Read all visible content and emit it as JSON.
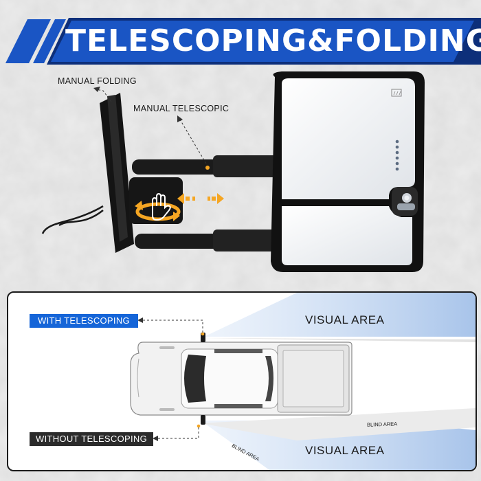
{
  "banner": {
    "title": "TELESCOPING&FOLDING",
    "colors": {
      "stripe": "#1a55c4",
      "stripe_dark": "#0d2f7a",
      "text": "#ffffff"
    }
  },
  "mirror": {
    "callouts": {
      "manual_folding": "MANUAL FOLDING",
      "manual_telescopic": "MANUAL TELESCOPIC"
    },
    "icons": [
      "hand-rotate-icon",
      "arrow-left-icon",
      "arrow-right-icon",
      "defrost-icon",
      "turn-signal-leds-icon"
    ],
    "accent_color": "#f5a623"
  },
  "diagram": {
    "with_label": "WITH TELESCOPING",
    "without_label": "WITHOUT TELESCOPING",
    "visual_area_top": "VISUAL AREA",
    "visual_area_bottom": "VISUAL AREA",
    "blind_area_top": "BLIND AREA",
    "blind_area_bottom": "BLIND AREA",
    "colors": {
      "with": "#1565d8",
      "without": "#2b2b2b",
      "visual": "#a8c4ea"
    }
  }
}
